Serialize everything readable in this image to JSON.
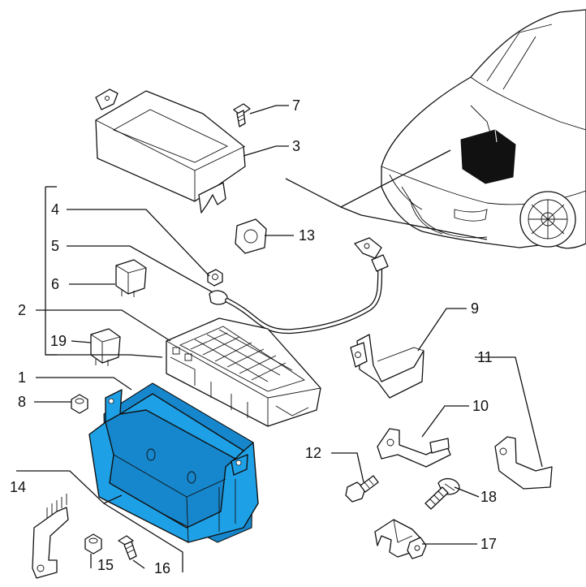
{
  "labels": {
    "l1": "1",
    "l2": "2",
    "l3": "3",
    "l4": "4",
    "l5": "5",
    "l6": "6",
    "l7": "7",
    "l8": "8",
    "l9": "9",
    "l10": "10",
    "l11": "11",
    "l12": "12",
    "l13": "13",
    "l14": "14",
    "l15": "15",
    "l16": "16",
    "l17": "17",
    "l18": "18",
    "l19": "19"
  },
  "colors": {
    "highlight": "#1ea0e6",
    "line": "#111111",
    "background": "#ffffff"
  }
}
